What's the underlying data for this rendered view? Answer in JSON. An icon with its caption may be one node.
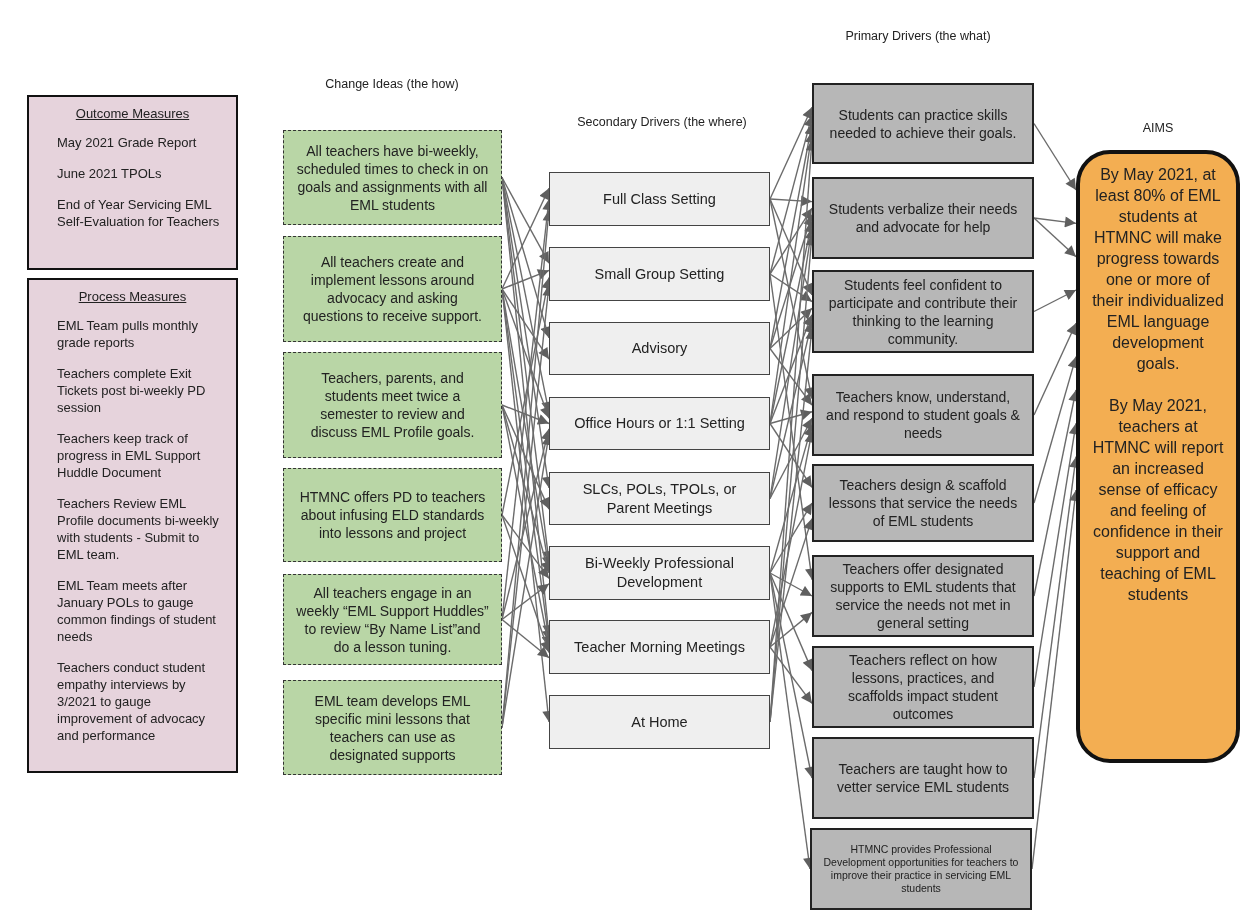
{
  "diagram": {
    "nodes": [
      {
        "text": [
          "Outcome Measures",
          "May 2021 Grade Report",
          "June 2021 TPOLs",
          "End of Year Servicing EML Self-Evaluation for Teachers"
        ]
      },
      {
        "text": [
          "Process  Measures",
          "EML Team pulls monthly grade reports",
          "Teachers complete Exit Tickets post bi-weekly PD session",
          "Teachers keep track of progress in EML Support Huddle Document",
          "Teachers Review EML Profile documents bi-weekly with students - Submit to EML team.",
          "EML Team meets after January POLs to gauge common findings of student needs",
          "Teachers conduct student empathy interviews  by 3/2021 to gauge improvement of advocacy and performance"
        ]
      },
      {
        "text": [
          "All teachers have bi-weekly, scheduled times to check in on goals and assignments with all EML students"
        ]
      },
      {
        "text": [
          "All teachers create and implement lessons around advocacy and asking questions to receive support."
        ]
      },
      {
        "text": [
          "Teachers, parents, and students meet twice a semester to review and discuss EML Profile goals."
        ]
      },
      {
        "text": [
          "HTMNC offers PD to teachers about infusing ELD standards into lessons and project"
        ]
      },
      {
        "text": [
          "All teachers engage in an weekly “EML Support Huddles” to review “By Name List”and do a lesson tuning."
        ]
      },
      {
        "text": [
          "EML team develops EML specific mini lessons that teachers can use as designated supports"
        ]
      },
      {
        "text": [
          "Full Class Setting"
        ]
      },
      {
        "text": [
          "Small Group Setting"
        ]
      },
      {
        "text": [
          "Advisory"
        ]
      },
      {
        "text": [
          "Office Hours or 1:1 Setting"
        ]
      },
      {
        "text": [
          "SLCs, POLs, TPOLs, or Parent Meetings"
        ]
      },
      {
        "text": [
          "Bi-Weekly Professional Development"
        ]
      },
      {
        "text": [
          "Teacher Morning Meetings"
        ]
      },
      {
        "text": [
          "At Home"
        ]
      },
      {
        "text": [
          "Students can practice skills needed to achieve their goals."
        ]
      },
      {
        "text": [
          "Students verbalize their needs and advocate for help"
        ]
      },
      {
        "text": [
          "Students feel confident to participate and contribute their thinking to the learning community."
        ]
      },
      {
        "text": [
          "Teachers know, understand, and respond to student goals & needs"
        ]
      },
      {
        "text": [
          "Teachers design & scaffold lessons that service the needs of EML students"
        ]
      },
      {
        "text": [
          "Teachers offer designated supports to EML students that service the needs not met in general setting"
        ]
      },
      {
        "text": [
          "Teachers reflect on how lessons, practices, and scaffolds impact student outcomes"
        ]
      },
      {
        "text": [
          "Teachers are taught how to vetter service EML students"
        ]
      },
      {
        "text": [
          "HTMNC provides Professional Development opportunities for teachers to improve their practice in servicing EML students"
        ]
      },
      {
        "text": [
          "By May 2021, at least 80% of EML students at HTMNC will make progress towards one or more of their individualized EML language development goals.",
          "By May 2021, teachers at HTMNC will report an increased sense of efficacy and feeling of confidence in their support and teaching of EML students"
        ]
      }
    ],
    "edges": [
      {
        "from": 2,
        "to": 9,
        "arrow": "to"
      },
      {
        "from": 2,
        "to": 10,
        "arrow": "to"
      },
      {
        "from": 2,
        "to": 11,
        "arrow": "to"
      },
      {
        "from": 2,
        "to": 12,
        "arrow": "to"
      },
      {
        "from": 2,
        "to": 13,
        "arrow": "to"
      },
      {
        "from": 2,
        "to": 14,
        "arrow": "to"
      },
      {
        "from": 3,
        "to": 8,
        "arrow": "to"
      },
      {
        "from": 3,
        "to": 9,
        "arrow": "to"
      },
      {
        "from": 3,
        "to": 10,
        "arrow": "to"
      },
      {
        "from": 3,
        "to": 11,
        "arrow": "to"
      },
      {
        "from": 3,
        "to": 13,
        "arrow": "to"
      },
      {
        "from": 3,
        "to": 14,
        "arrow": "to"
      },
      {
        "from": 3,
        "to": 15,
        "arrow": "to"
      },
      {
        "from": 4,
        "to": 11,
        "arrow": "to"
      },
      {
        "from": 4,
        "to": 12,
        "arrow": "to"
      },
      {
        "from": 4,
        "to": 13,
        "arrow": "to"
      },
      {
        "from": 4,
        "to": 14,
        "arrow": "to"
      },
      {
        "from": 5,
        "to": 9,
        "arrow": "to"
      },
      {
        "from": 5,
        "to": 13,
        "arrow": "to"
      },
      {
        "from": 5,
        "to": 14,
        "arrow": "to"
      },
      {
        "from": 6,
        "to": 8,
        "arrow": "to"
      },
      {
        "from": 6,
        "to": 11,
        "arrow": "to"
      },
      {
        "from": 6,
        "to": 13,
        "arrow": "to"
      },
      {
        "from": 6,
        "to": 14,
        "arrow": "to"
      },
      {
        "from": 7,
        "to": 8,
        "arrow": "to"
      },
      {
        "from": 7,
        "to": 9,
        "arrow": "to"
      },
      {
        "from": 7,
        "to": 11,
        "arrow": "to"
      },
      {
        "from": 8,
        "to": 16,
        "arrow": "to"
      },
      {
        "from": 8,
        "to": 17,
        "arrow": "to"
      },
      {
        "from": 8,
        "to": 18,
        "arrow": "to"
      },
      {
        "from": 8,
        "to": 19,
        "arrow": "to"
      },
      {
        "from": 9,
        "to": 16,
        "arrow": "to"
      },
      {
        "from": 9,
        "to": 17,
        "arrow": "to"
      },
      {
        "from": 9,
        "to": 18,
        "arrow": "to"
      },
      {
        "from": 9,
        "to": 21,
        "arrow": "to"
      },
      {
        "from": 10,
        "to": 16,
        "arrow": "to"
      },
      {
        "from": 10,
        "to": 17,
        "arrow": "to"
      },
      {
        "from": 10,
        "to": 18,
        "arrow": "to"
      },
      {
        "from": 10,
        "to": 19,
        "arrow": "to"
      },
      {
        "from": 11,
        "to": 16,
        "arrow": "to"
      },
      {
        "from": 11,
        "to": 17,
        "arrow": "to"
      },
      {
        "from": 11,
        "to": 18,
        "arrow": "to"
      },
      {
        "from": 11,
        "to": 19,
        "arrow": "to"
      },
      {
        "from": 11,
        "to": 20,
        "arrow": "to"
      },
      {
        "from": 12,
        "to": 17,
        "arrow": "to"
      },
      {
        "from": 12,
        "to": 18,
        "arrow": "to"
      },
      {
        "from": 12,
        "to": 19,
        "arrow": "to"
      },
      {
        "from": 13,
        "to": 19,
        "arrow": "to"
      },
      {
        "from": 13,
        "to": 20,
        "arrow": "to"
      },
      {
        "from": 13,
        "to": 21,
        "arrow": "to"
      },
      {
        "from": 13,
        "to": 22,
        "arrow": "to"
      },
      {
        "from": 13,
        "to": 23,
        "arrow": "to"
      },
      {
        "from": 13,
        "to": 24,
        "arrow": "to"
      },
      {
        "from": 14,
        "to": 19,
        "arrow": "to"
      },
      {
        "from": 14,
        "to": 20,
        "arrow": "to"
      },
      {
        "from": 14,
        "to": 21,
        "arrow": "to"
      },
      {
        "from": 14,
        "to": 22,
        "arrow": "to"
      },
      {
        "from": 15,
        "to": 16,
        "arrow": "to"
      },
      {
        "from": 15,
        "to": 17,
        "arrow": "to"
      },
      {
        "from": 15,
        "to": 18,
        "arrow": "to"
      },
      {
        "from": 16,
        "to": 25,
        "arrow": "to"
      },
      {
        "from": 17,
        "to": 25,
        "arrow": "to"
      },
      {
        "from": 17,
        "to": 25,
        "arrow": "to"
      },
      {
        "from": 18,
        "to": 25,
        "arrow": "to"
      },
      {
        "from": 19,
        "to": 25,
        "arrow": "to"
      },
      {
        "from": 20,
        "to": 25,
        "arrow": "to"
      },
      {
        "from": 21,
        "to": 25,
        "arrow": "to"
      },
      {
        "from": 22,
        "to": 25,
        "arrow": "to"
      },
      {
        "from": 23,
        "to": 25,
        "arrow": "to"
      },
      {
        "from": 24,
        "to": 25,
        "arrow": "to"
      }
    ],
    "labels": [
      "Change Ideas (the how)",
      "Secondary Drivers (the where)",
      "Primary Drivers (the what)",
      "AIMS"
    ]
  }
}
